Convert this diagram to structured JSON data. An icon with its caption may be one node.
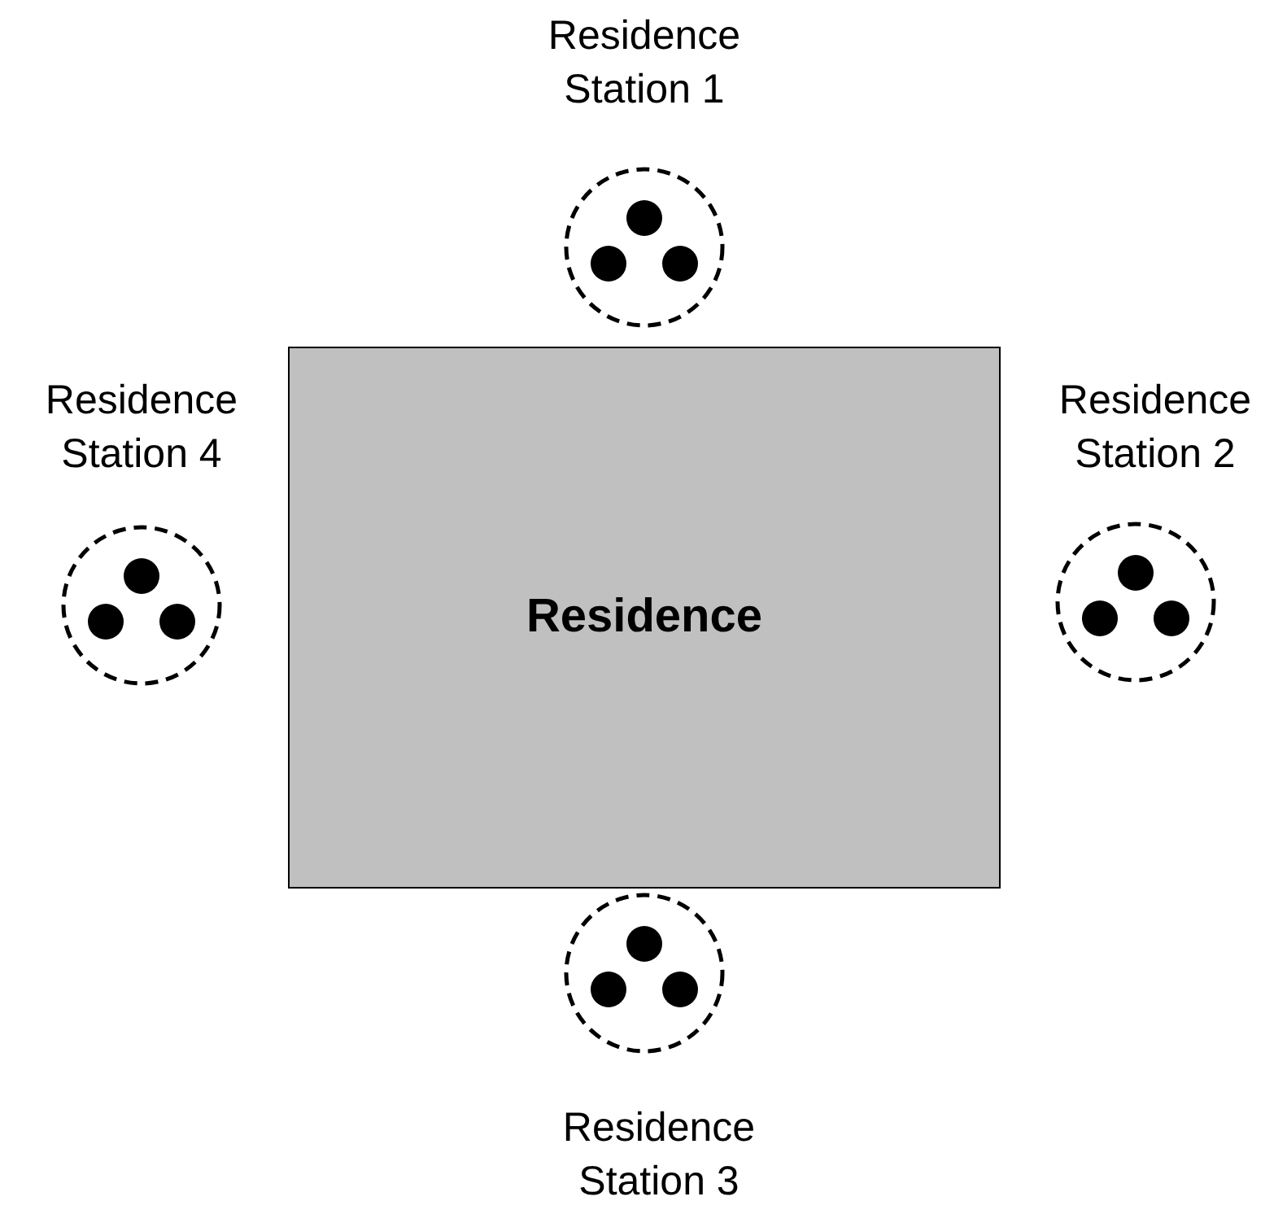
{
  "diagram": {
    "nodes": [
      {
        "text": [
          "Residence Station 1"
        ]
      },
      {
        "text": [
          "Residence Station 4"
        ]
      },
      {
        "text": [
          "Residence"
        ]
      },
      {
        "text": [
          "Residence Station 2"
        ]
      },
      {
        "text": [
          "Residence Station 3"
        ]
      }
    ]
  }
}
